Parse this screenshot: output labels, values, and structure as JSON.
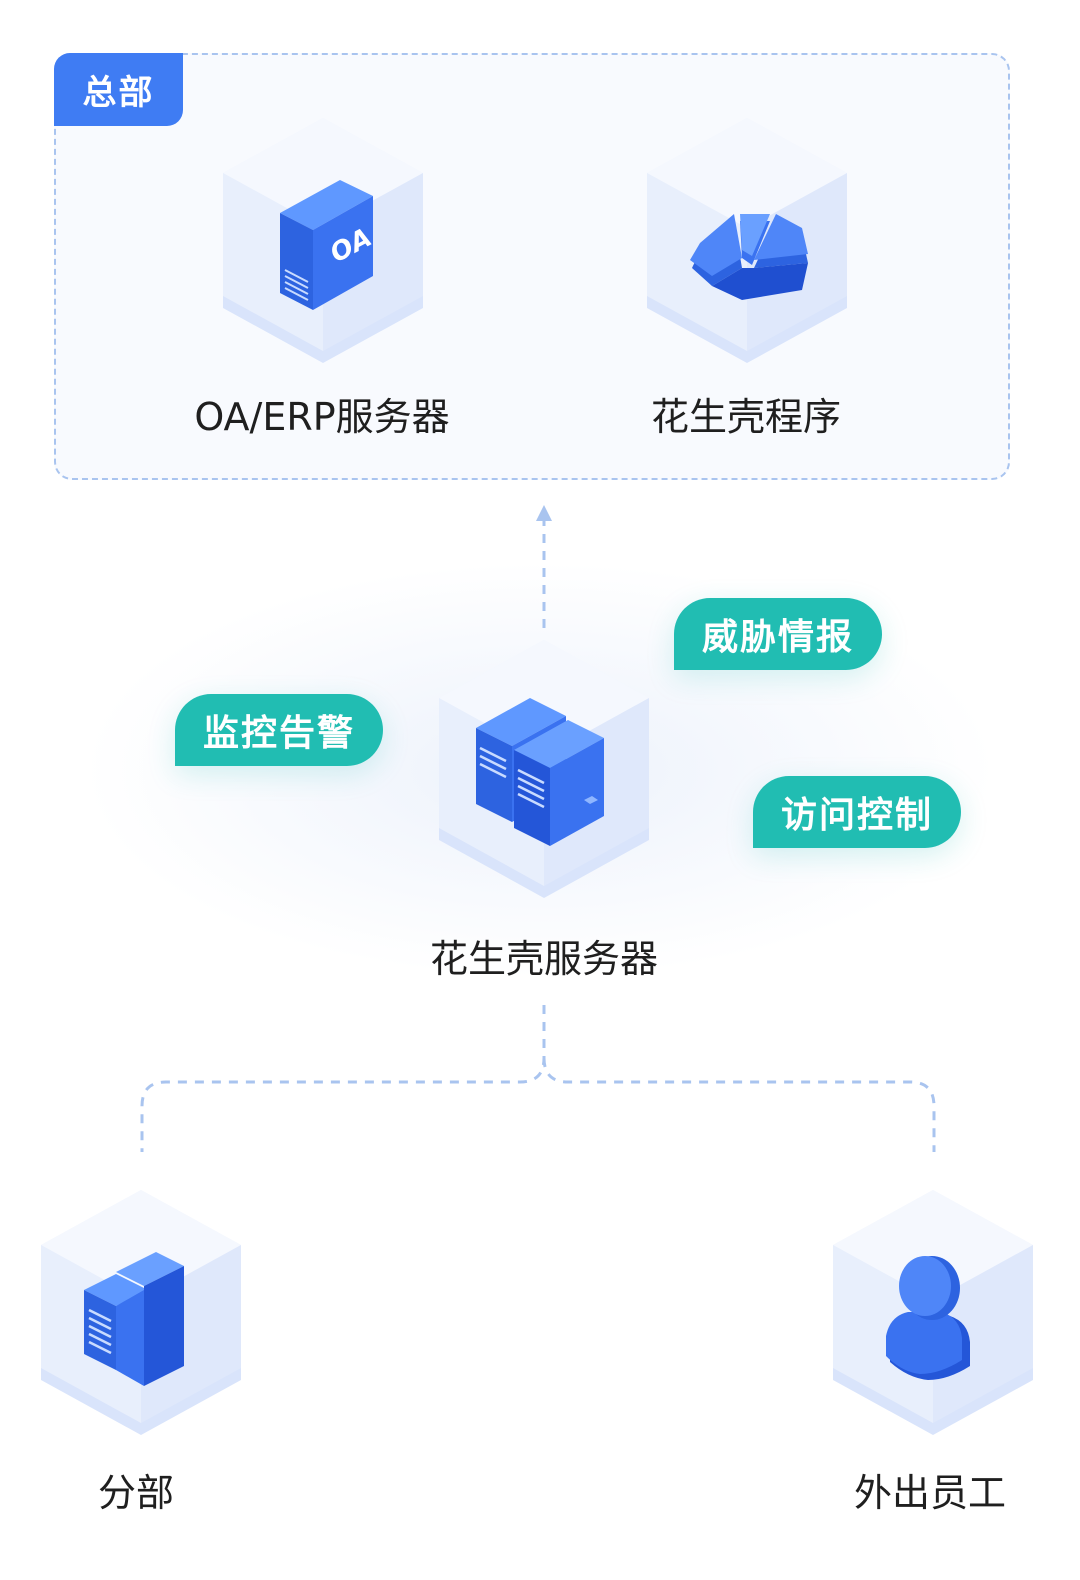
{
  "headquarters": {
    "tag": "总部",
    "oa_server_label": "OA/ERP服务器",
    "oa_icon_text": "OA",
    "program_label": "花生壳程序"
  },
  "center": {
    "server_label": "花生壳服务器",
    "features": {
      "threat": "威胁情报",
      "monitor": "监控告警",
      "access": "访问控制"
    }
  },
  "branches": {
    "branch_label": "分部",
    "remote_label": "外出员工"
  },
  "colors": {
    "primary_blue": "#3f7cf3",
    "teal": "#21bdb2",
    "dashed_line": "#a9c4ef"
  }
}
